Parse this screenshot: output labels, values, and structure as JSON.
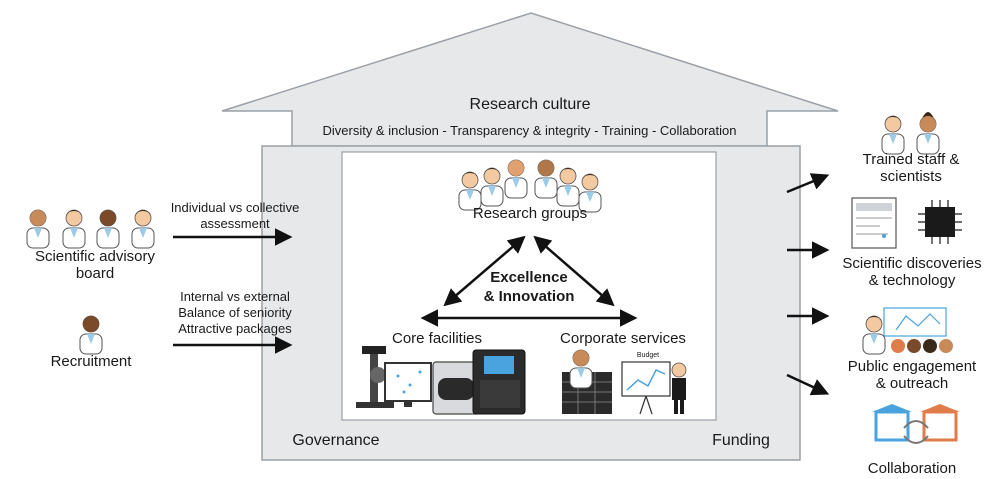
{
  "house": {
    "roof_title": "Research culture",
    "values": "Diversity & inclusion - Transparency & integrity - Training - Collaboration",
    "governance": "Governance",
    "funding": "Funding"
  },
  "inner": {
    "research_groups": "Research groups",
    "excellence_line1": "Excellence",
    "excellence_line2": "& Innovation",
    "core_facilities": "Core facilities",
    "corporate_services": "Corporate services",
    "budget_label": "Budget"
  },
  "inputs": {
    "advisory_board_line1": "Scientific advisory",
    "advisory_board_line2": "board",
    "assessment_line1": "Individual vs collective",
    "assessment_line2": "assessment",
    "recruitment": "Recruitment",
    "criteria": [
      "Internal vs external",
      "Balance of seniority",
      "Attractive packages"
    ]
  },
  "outputs": {
    "trained_line1": "Trained staff &",
    "trained_line2": "scientists",
    "discoveries_line1": "Scientific discoveries",
    "discoveries_line2": "& technology",
    "engagement_line1": "Public engagement",
    "engagement_line2": "& outreach",
    "collaboration": "Collaboration"
  },
  "colors": {
    "house_fill": "#e6e8ea",
    "house_stroke": "#9aa0a6",
    "arrow": "#111111",
    "skin_light": "#f2c9a0",
    "skin_mid": "#c98a5a",
    "skin_dark": "#7a4a2a",
    "coat": "#ffffff",
    "accent_blue": "#4aa3df",
    "accent_orange": "#e07b4a"
  }
}
